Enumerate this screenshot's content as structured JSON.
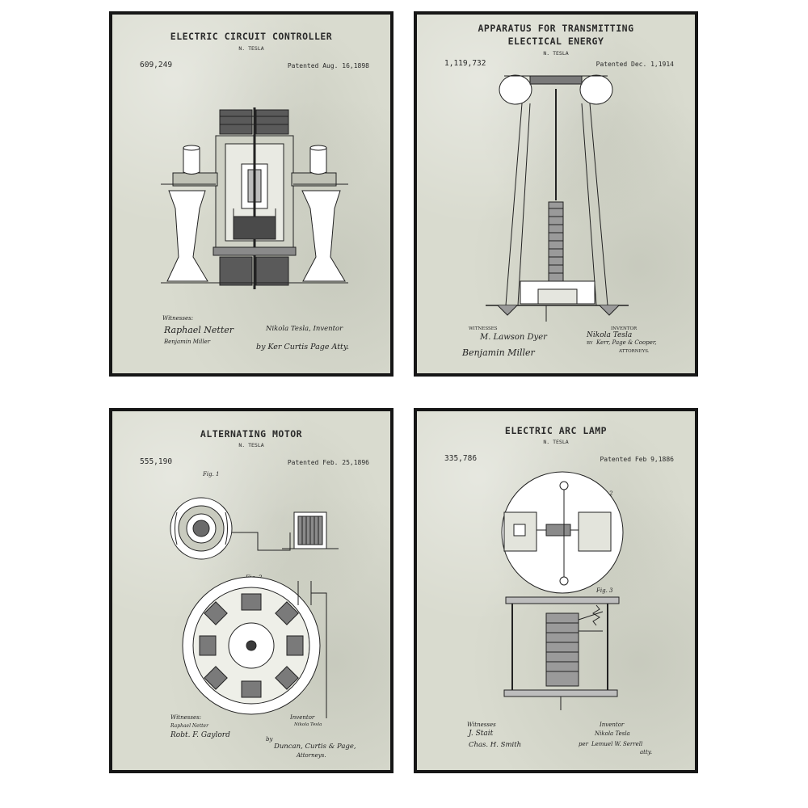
{
  "posters": [
    {
      "title_lines": [
        "ELECTRIC CIRCUIT CONTROLLER"
      ],
      "inventor": "N. TESLA",
      "patent_number": "609,249",
      "patent_date": "Patented Aug. 16,1898",
      "signatures": {
        "witnesses_label": "Witnesses:",
        "witness_1": "Raphael Netter",
        "witness_2": "Benjamin Miller",
        "inventor_sig": "Nikola Tesla, Inventor",
        "attorney": "by Ker Curtis Page Atty."
      }
    },
    {
      "title_lines": [
        "APPARATUS FOR TRANSMITTING",
        "ELECTICAL ENERGY"
      ],
      "inventor": "N. TESLA",
      "patent_number": "1,119,732",
      "patent_date": "Patented Dec. 1,1914",
      "signatures": {
        "witnesses_label": "WITNESSES",
        "inventor_label": "INVENTOR",
        "witness_1": "M. Lawson Dyer",
        "witness_2": "Benjamin Miller",
        "inventor_sig": "Nikola Tesla",
        "attorney_prefix": "BY",
        "attorney": "Kerr, Page & Cooper,",
        "attorneys_label": "ATTORNEYS."
      }
    },
    {
      "title_lines": [
        "ALTERNATING MOTOR"
      ],
      "inventor": "N. TESLA",
      "patent_number": "555,190",
      "patent_date": "Patented Feb. 25,1896",
      "fig_labels": [
        "Fig. 1",
        "Fig. 2"
      ],
      "signatures": {
        "witnesses_label": "Witnesses:",
        "witness_1": "Raphael Netter",
        "witness_2": "Robt. F. Gaylord",
        "inventor_label": "Inventor",
        "inventor_sig": "Nikola Tesla",
        "attorney_prefix": "by",
        "attorney": "Duncan, Curtis & Page,",
        "attorneys_label": "Attorneys."
      }
    },
    {
      "title_lines": [
        "ELECTRIC ARC LAMP"
      ],
      "inventor": "N. TESLA",
      "patent_number": "335,786",
      "patent_date": "Patented Feb 9,1886",
      "fig_labels": [
        "Fig. 2",
        "Fig. 3"
      ],
      "signatures": {
        "witnesses_label": "Witnesses",
        "witness_1": "J. Stait",
        "witness_2": "Chas. H. Smith",
        "inventor_label": "Inventor",
        "inventor_sig": "Nikola Tesla",
        "attorney_prefix": "per",
        "attorney": "Lemuel W. Serrell",
        "attorney_suffix": "atty."
      }
    }
  ],
  "colors": {
    "paper": "#d9dbcf",
    "frame": "#161616",
    "ink": "#2a2a2a"
  }
}
